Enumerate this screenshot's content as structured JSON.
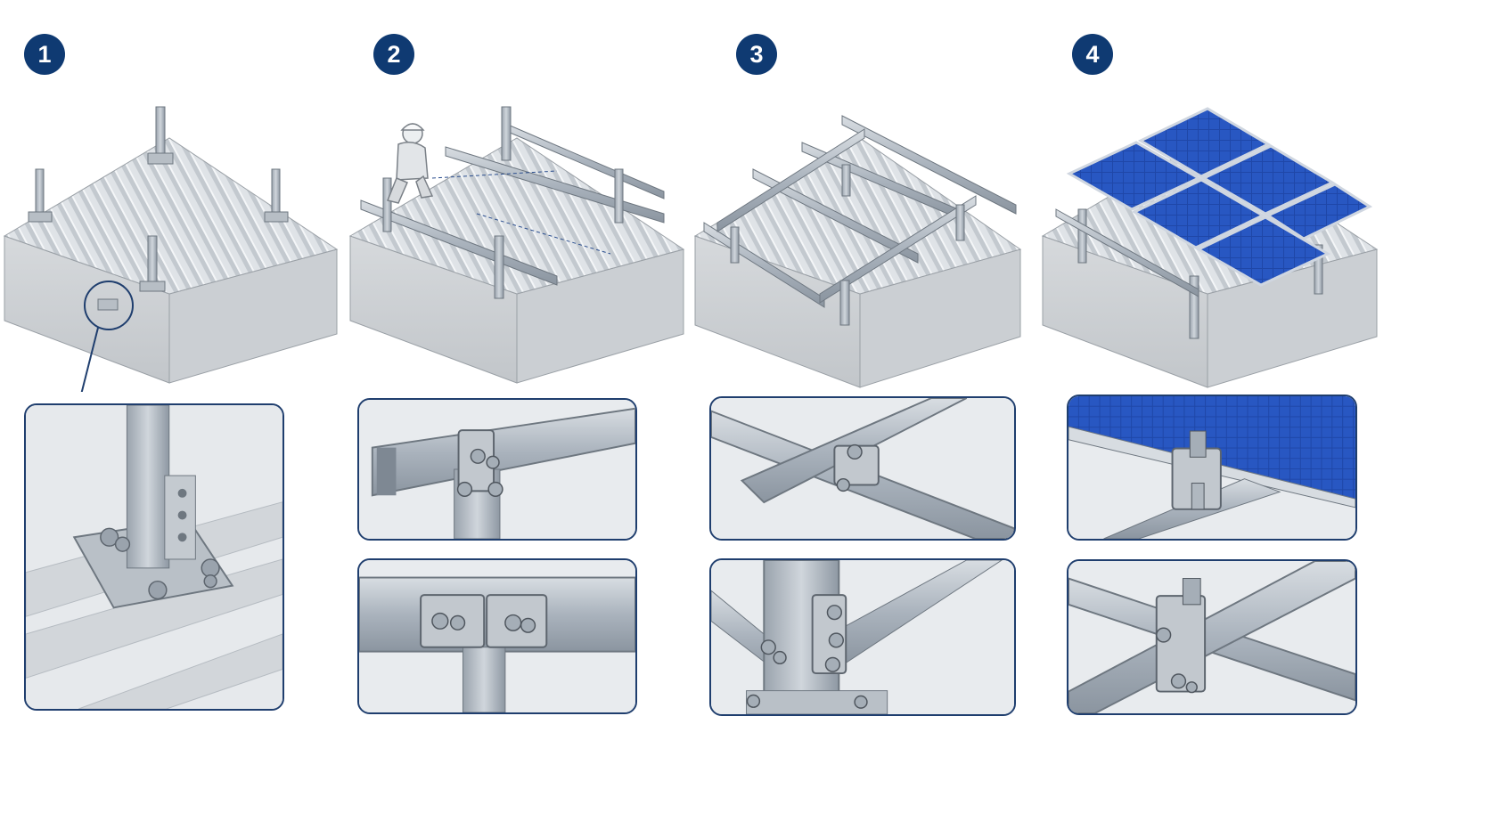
{
  "steps": [
    {
      "number": "1"
    },
    {
      "number": "2"
    },
    {
      "number": "3"
    },
    {
      "number": "4"
    }
  ],
  "colors": {
    "badge": "#0f3a72",
    "detail_border": "#1f3e6e",
    "steel": "#aab3bd",
    "concrete": "#d4d7da",
    "solar_panel": "#1f47a8"
  }
}
